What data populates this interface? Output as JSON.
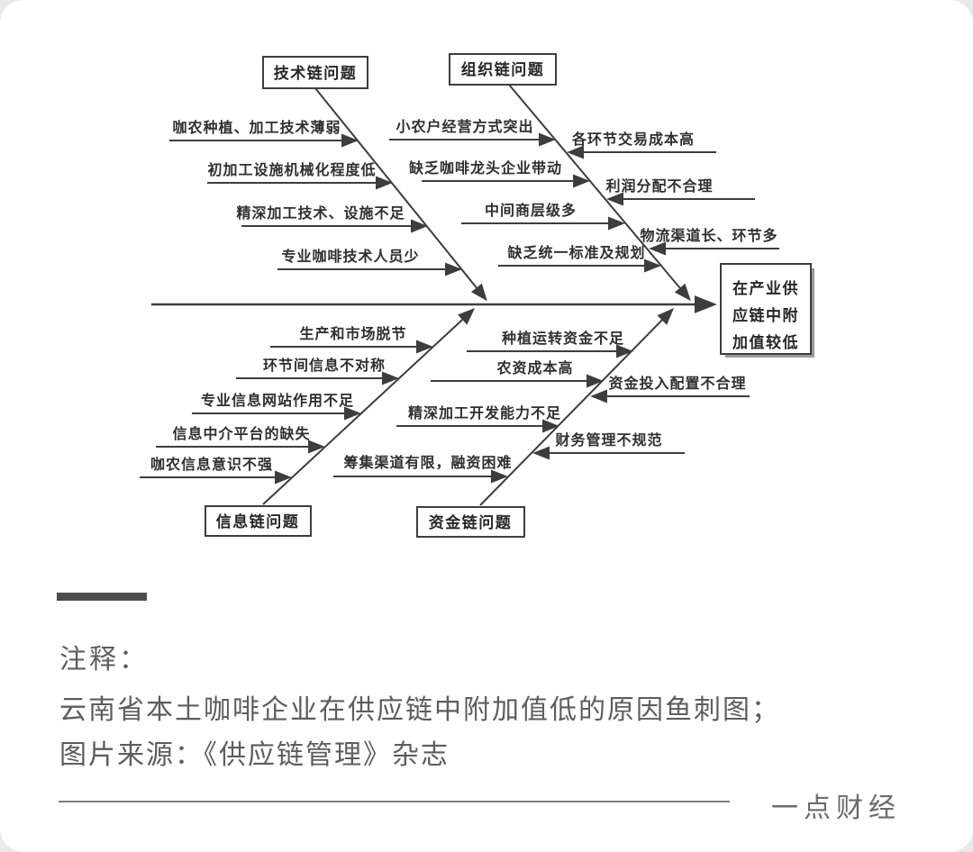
{
  "colors": {
    "line": "#3d3d3d",
    "diagram_text": "#2f2f2f",
    "box_shadow": "#9a9a9a",
    "footer_text": "#5d5d5d",
    "divider_bar": "#4d4d4d",
    "brand_text": "#6b6b6b",
    "background": "#e9e9e9",
    "card": "#ffffff"
  },
  "diagram": {
    "categories": {
      "tech": {
        "label": "技术链问题"
      },
      "org": {
        "label": "组织链问题"
      },
      "info": {
        "label": "信息链问题"
      },
      "finance": {
        "label": "资金链问题"
      }
    },
    "effect": {
      "lines": [
        "在产业供",
        "应链中附",
        "加值较低"
      ]
    },
    "causes": {
      "tech": [
        "咖农种植、加工技术薄弱",
        "初加工设施机械化程度低",
        "精深加工技术、设施不足",
        "专业咖啡技术人员少"
      ],
      "org_left": [
        "小农户经营方式突出",
        "缺乏咖啡龙头企业带动",
        "中间商层级多",
        "缺乏统一标准及规划"
      ],
      "org_right": [
        "各环节交易成本高",
        "利润分配不合理",
        "物流渠道长、环节多"
      ],
      "info": [
        "生产和市场脱节",
        "环节间信息不对称",
        "专业信息网站作用不足",
        "信息中介平台的缺失",
        "咖农信息意识不强"
      ],
      "finance_left": [
        "种植运转资金不足",
        "农资成本高",
        "精深加工开发能力不足",
        "筹集渠道有限，融资困难"
      ],
      "finance_right": [
        "资金投入配置不合理",
        "财务管理不规范"
      ]
    }
  },
  "footer": {
    "note_label": "注释：",
    "line1": "云南省本土咖啡企业在供应链中附加值低的原因鱼刺图；",
    "line2": "图片来源：《供应链管理》杂志",
    "brand": "一点财经"
  }
}
